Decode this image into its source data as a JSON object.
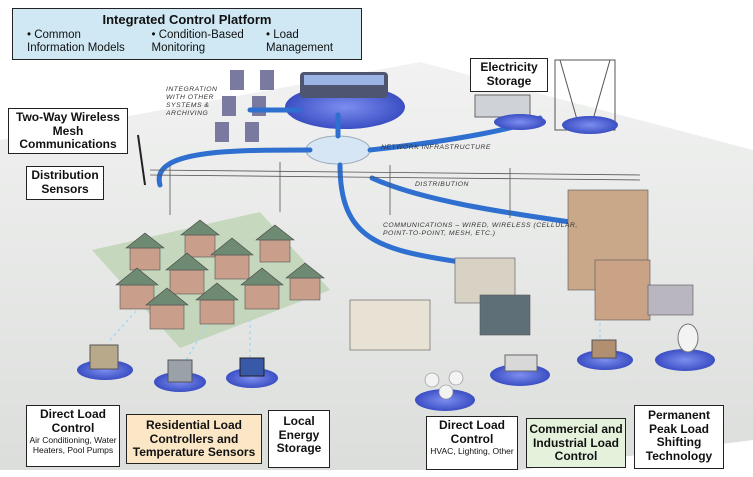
{
  "platform": {
    "title": "Integrated Control Platform",
    "items": [
      "• Common Information Models",
      "• Condition-Based Monitoring",
      "• Load Management"
    ]
  },
  "labels": {
    "electricity_storage": "Electricity Storage",
    "two_way": "Two-Way Wireless Mesh Communications",
    "distribution_sensors": "Distribution Sensors",
    "direct_load_control_res": {
      "title": "Direct Load Control",
      "sub": "Air Conditioning, Water Heaters, Pool Pumps"
    },
    "residential": "Residential Load Controllers and Temperature Sensors",
    "local_storage": "Local Energy Storage",
    "direct_load_control_com": {
      "title": "Direct Load Control",
      "sub": "HVAC, Lighting, Other"
    },
    "commercial": "Commercial and Industrial Load Control",
    "permanent_peak": "Permanent Peak Load Shifting Technology"
  },
  "annotations": {
    "integration": "INTEGRATION WITH OTHER SYSTEMS & ARCHIVING",
    "network": "NETWORK INFRASTRUCTURE",
    "distribution": "DISTRIBUTION",
    "communications": "COMMUNICATIONS – WIRED, WIRELESS (CELLULAR, POINT-TO-POINT, MESH, ETC.)"
  },
  "colors": {
    "ground": "#e6e8e6",
    "cable": "#2e6fd0",
    "disk": "#5b6fd6",
    "house_roof": "#6f8a73",
    "building": "#c9a88a",
    "residential_bg": "#fbe7c6",
    "commercial_bg": "#e4f2dc",
    "platform_bg": "#cfe8f4"
  }
}
